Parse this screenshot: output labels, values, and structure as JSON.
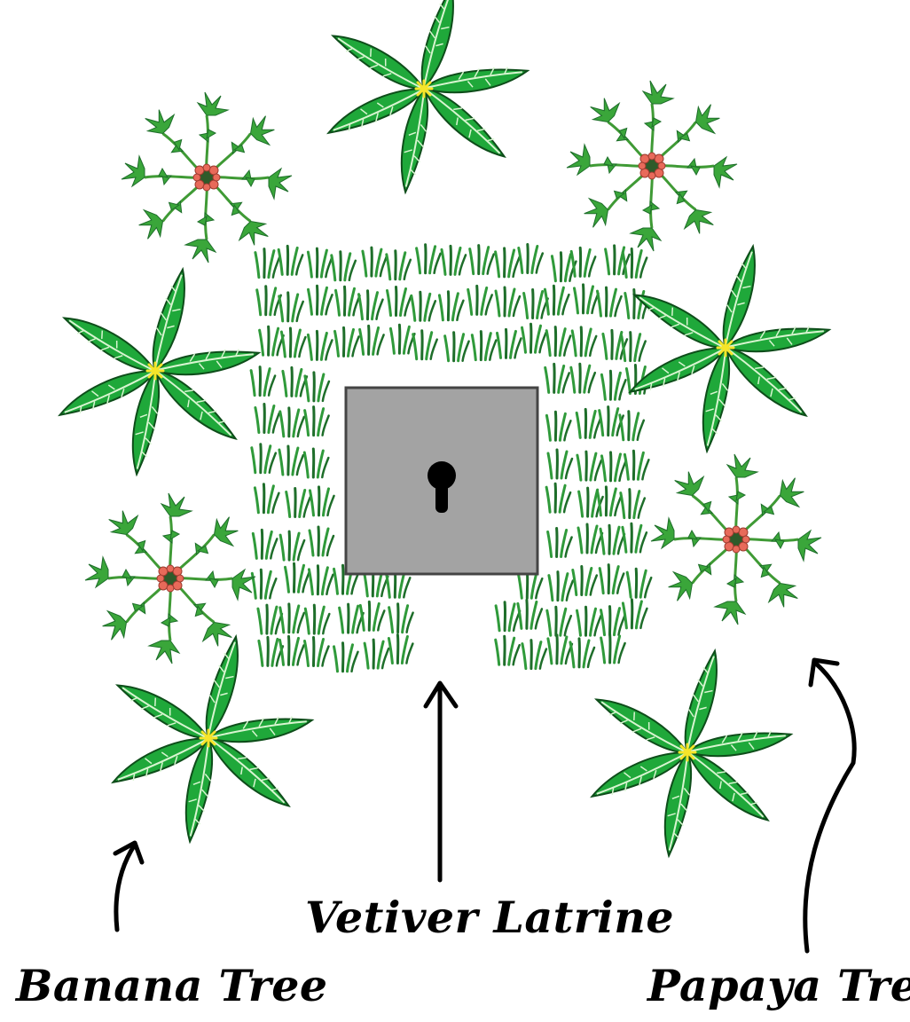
{
  "labels": {
    "banana": "Banana Tree",
    "vetiver": "Vetiver Latrine",
    "papaya": "Papaya Tree"
  },
  "colors": {
    "banana_leaf": "#1fa83a",
    "banana_leaf_dark": "#0f7a27",
    "banana_vein": "#d8f5d0",
    "banana_flower": "#f6e52a",
    "papaya_stem": "#3f9a35",
    "papaya_leaf": "#3aa63a",
    "papaya_fruit": "#e86a5a",
    "papaya_center": "#2e5b2a",
    "grass": "#2f9a3a",
    "grass_dark": "#1e6e2a",
    "latrine_fill": "#a3a3a3",
    "latrine_border": "#444444",
    "keyhole": "#000000",
    "arrow": "#000000"
  },
  "icons": [
    "banana-tree-icon",
    "papaya-tree-icon",
    "vetiver-grass-icon",
    "latrine-icon",
    "keyhole-icon",
    "arrow-icon"
  ]
}
